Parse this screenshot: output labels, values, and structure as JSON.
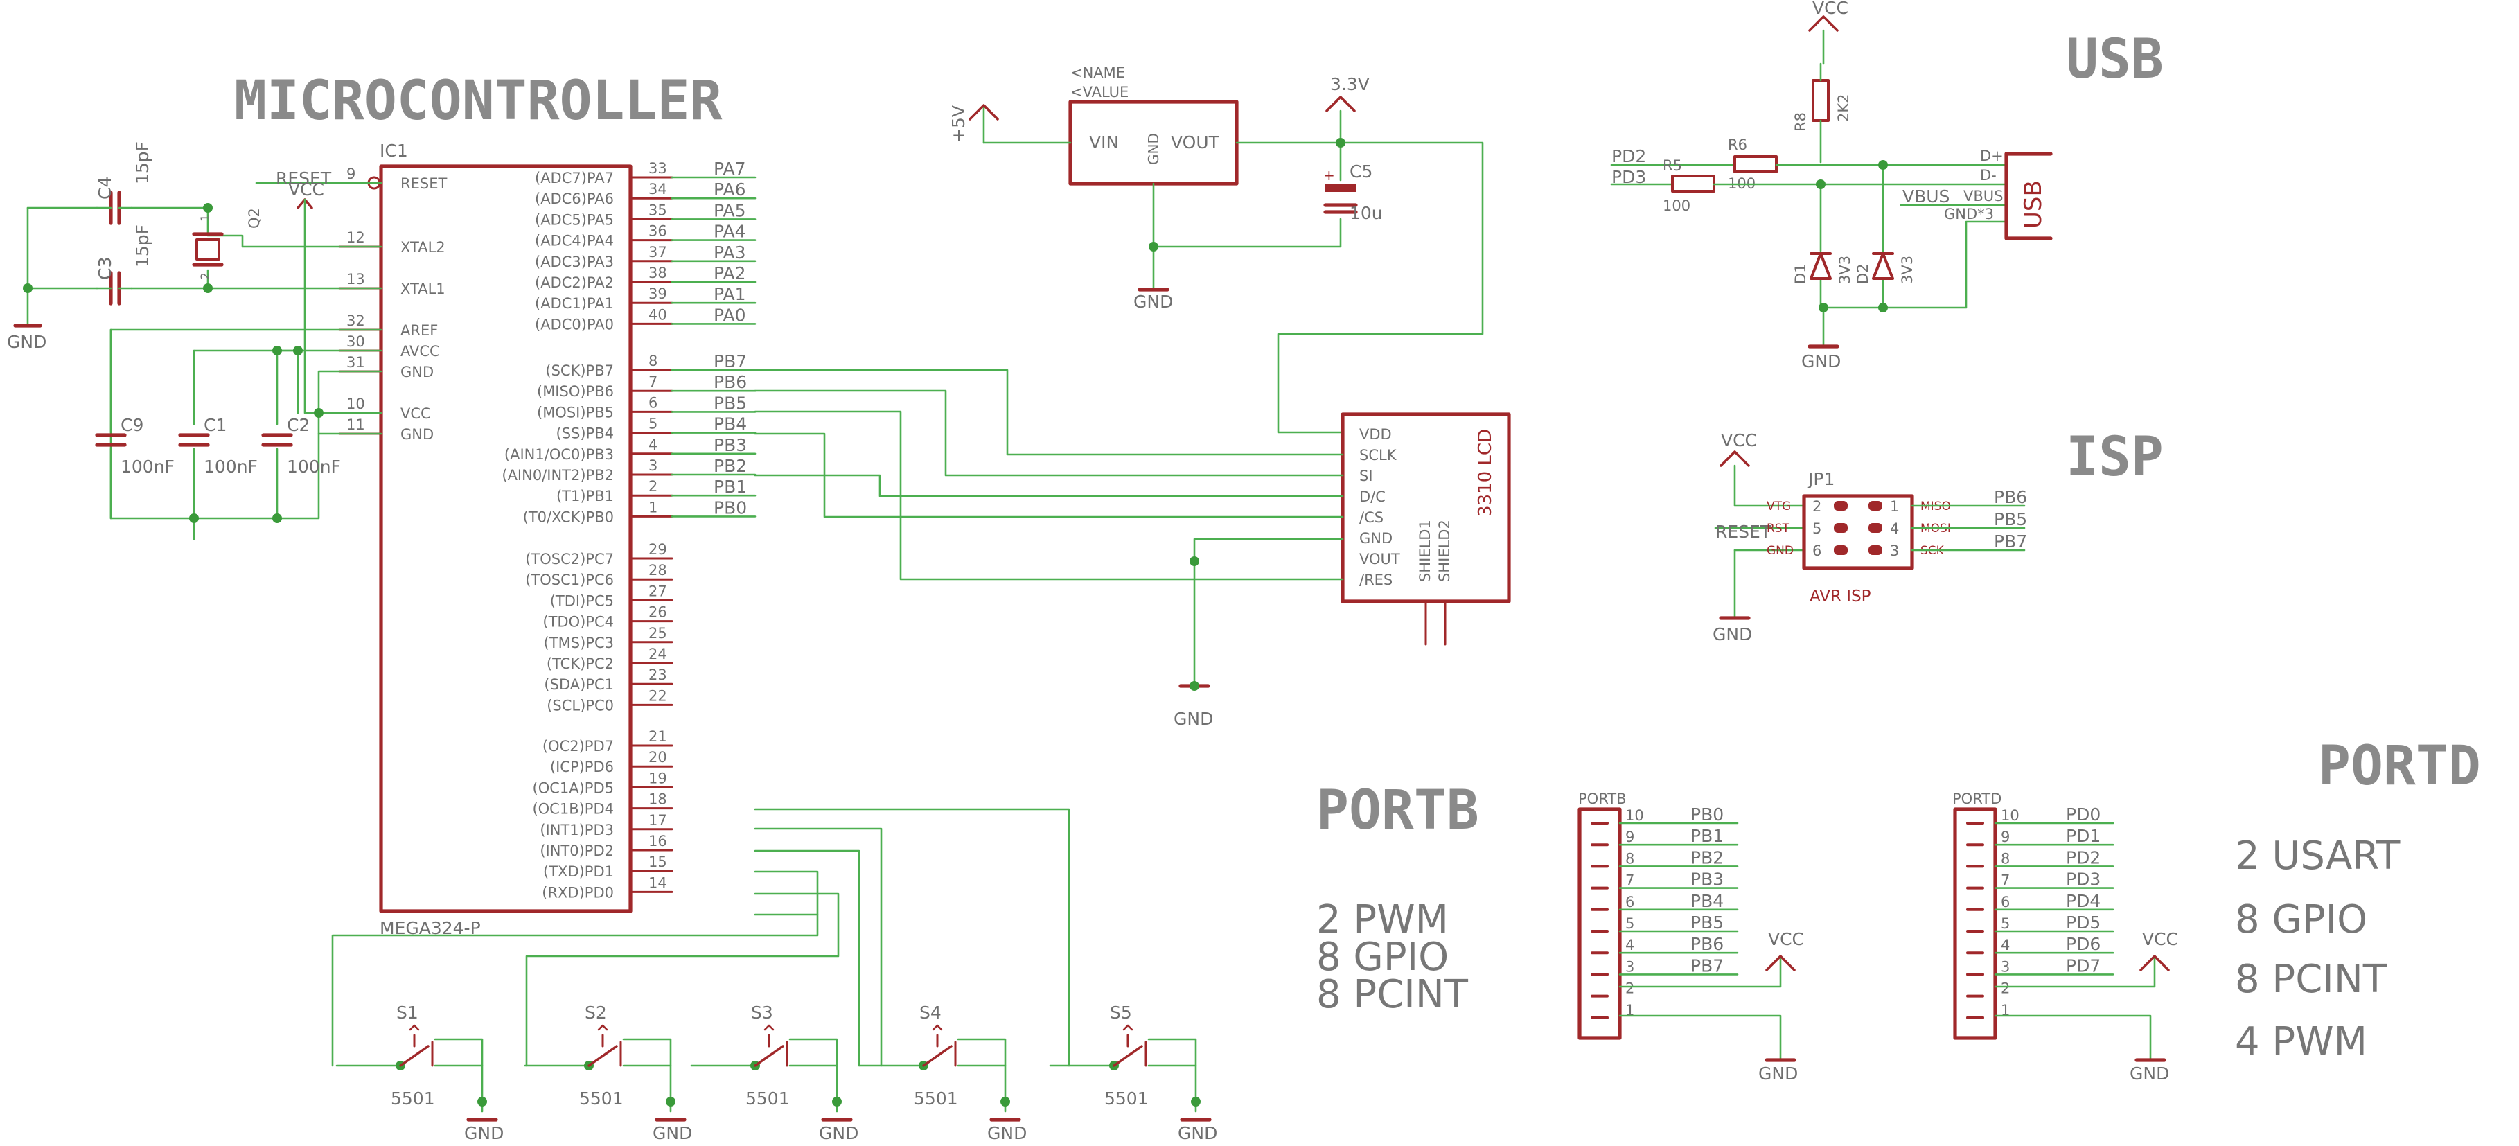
{
  "titles": {
    "micro": "MICROCONTROLLER",
    "usb": "USB",
    "isp": "ISP",
    "portb": "PORTB",
    "portd": "PORTD"
  },
  "ic1": {
    "ref": "IC1",
    "part": "MEGA324-P",
    "left": [
      {
        "num": "9",
        "name": "RESET"
      },
      {
        "num": "12",
        "name": "XTAL2"
      },
      {
        "num": "13",
        "name": "XTAL1"
      },
      {
        "num": "32",
        "name": "AREF"
      },
      {
        "num": "30",
        "name": "AVCC"
      },
      {
        "num": "31",
        "name": "GND"
      },
      {
        "num": "10",
        "name": "VCC"
      },
      {
        "num": "11",
        "name": "GND"
      }
    ],
    "right": [
      {
        "num": "33",
        "name": "(ADC7)PA7",
        "net": "PA7"
      },
      {
        "num": "34",
        "name": "(ADC6)PA6",
        "net": "PA6"
      },
      {
        "num": "35",
        "name": "(ADC5)PA5",
        "net": "PA5"
      },
      {
        "num": "36",
        "name": "(ADC4)PA4",
        "net": "PA4"
      },
      {
        "num": "37",
        "name": "(ADC3)PA3",
        "net": "PA3"
      },
      {
        "num": "38",
        "name": "(ADC2)PA2",
        "net": "PA2"
      },
      {
        "num": "39",
        "name": "(ADC1)PA1",
        "net": "PA1"
      },
      {
        "num": "40",
        "name": "(ADC0)PA0",
        "net": "PA0"
      },
      {
        "num": "8",
        "name": "(SCK)PB7",
        "net": "PB7"
      },
      {
        "num": "7",
        "name": "(MISO)PB6",
        "net": "PB6"
      },
      {
        "num": "6",
        "name": "(MOSI)PB5",
        "net": "PB5"
      },
      {
        "num": "5",
        "name": "(SS)PB4",
        "net": "PB4"
      },
      {
        "num": "4",
        "name": "(AIN1/OC0)PB3",
        "net": "PB3"
      },
      {
        "num": "3",
        "name": "(AIN0/INT2)PB2",
        "net": "PB2"
      },
      {
        "num": "2",
        "name": "(T1)PB1",
        "net": "PB1"
      },
      {
        "num": "1",
        "name": "(T0/XCK)PB0",
        "net": "PB0"
      },
      {
        "num": "29",
        "name": "(TOSC2)PC7",
        "net": ""
      },
      {
        "num": "28",
        "name": "(TOSC1)PC6",
        "net": ""
      },
      {
        "num": "27",
        "name": "(TDI)PC5",
        "net": ""
      },
      {
        "num": "26",
        "name": "(TDO)PC4",
        "net": ""
      },
      {
        "num": "25",
        "name": "(TMS)PC3",
        "net": ""
      },
      {
        "num": "24",
        "name": "(TCK)PC2",
        "net": ""
      },
      {
        "num": "23",
        "name": "(SDA)PC1",
        "net": ""
      },
      {
        "num": "22",
        "name": "(SCL)PC0",
        "net": ""
      },
      {
        "num": "21",
        "name": "(OC2)PD7",
        "net": ""
      },
      {
        "num": "20",
        "name": "(ICP)PD6",
        "net": ""
      },
      {
        "num": "19",
        "name": "(OC1A)PD5",
        "net": ""
      },
      {
        "num": "18",
        "name": "(OC1B)PD4",
        "net": ""
      },
      {
        "num": "17",
        "name": "(INT1)PD3",
        "net": ""
      },
      {
        "num": "16",
        "name": "(INT0)PD2",
        "net": ""
      },
      {
        "num": "15",
        "name": "(TXD)PD1",
        "net": ""
      },
      {
        "num": "14",
        "name": "(RXD)PD0",
        "net": ""
      }
    ]
  },
  "caps": {
    "c4": {
      "ref": "C4",
      "val": "15pF"
    },
    "c3": {
      "ref": "C3",
      "val": "15pF"
    },
    "c9": {
      "ref": "C9",
      "val": "100nF"
    },
    "c1": {
      "ref": "C1",
      "val": "100nF"
    },
    "c2": {
      "ref": "C2",
      "val": "100nF"
    },
    "c5": {
      "ref": "C5",
      "val": "10u"
    }
  },
  "crystal": {
    "ref": "Q2",
    "pin1": "1",
    "pin2": "2"
  },
  "regulator": {
    "name": "<NAME",
    "value": "<VALUE",
    "vin": "VIN",
    "gnd": "GND",
    "vout": "VOUT"
  },
  "lcd": {
    "name": "3310 LCD",
    "pins": [
      "VDD",
      "SCLK",
      "SI",
      "D/C",
      "/CS",
      "GND",
      "VOUT",
      "/RES"
    ],
    "shield1": "SHIELD1",
    "shield2": "SHIELD2"
  },
  "usb": {
    "r8": "R8",
    "r8_val": "2K2",
    "r6": "R6",
    "r6_val": "100",
    "r5": "R5",
    "r5_val": "100",
    "pd2": "PD2",
    "pd3": "PD3",
    "d1": "D1",
    "d2": "D2",
    "d_val": "3V3",
    "pins": [
      "D+",
      "D-",
      "VBUS",
      "GND*3"
    ],
    "vbus": "VBUS",
    "connector": "USB"
  },
  "isp": {
    "ref": "JP1",
    "part": "AVR ISP",
    "left_labels": [
      "VTG",
      "RST",
      "GND"
    ],
    "left_nums": [
      "2",
      "5",
      "6"
    ],
    "right_labels": [
      "MISO",
      "MOSI",
      "SCK"
    ],
    "right_nums": [
      "1",
      "4",
      "3"
    ],
    "nets_right": [
      "PB6",
      "PB5",
      "PB7"
    ],
    "reset": "RESET"
  },
  "portb": {
    "ref": "PORTB",
    "nums": [
      "10",
      "9",
      "8",
      "7",
      "6",
      "5",
      "4",
      "3",
      "2",
      "1"
    ],
    "nets": [
      "PB0",
      "PB1",
      "PB2",
      "PB3",
      "PB4",
      "PB5",
      "PB6",
      "PB7"
    ],
    "features": [
      "2 PWM",
      "8 GPIO",
      "8 PCINT"
    ]
  },
  "portd": {
    "ref": "PORTD",
    "nums": [
      "10",
      "9",
      "8",
      "7",
      "6",
      "5",
      "4",
      "3",
      "2",
      "1"
    ],
    "nets": [
      "PD0",
      "PD1",
      "PD2",
      "PD3",
      "PD4",
      "PD5",
      "PD6",
      "PD7"
    ],
    "features": [
      "2 USART",
      "8 GPIO",
      "8 PCINT",
      "4 PWM"
    ]
  },
  "switches": {
    "refs": [
      "S1",
      "S2",
      "S3",
      "S4",
      "S5"
    ],
    "part": "5501"
  },
  "supply": {
    "vcc": "VCC",
    "gnd": "GND",
    "v5": "+5V",
    "v33": "3.3V",
    "reset": "RESET"
  },
  "colors": {
    "symbol": "#a0282a",
    "wire": "#4caf50",
    "text": "#6f6f6f",
    "title": "#8a8a8a"
  }
}
